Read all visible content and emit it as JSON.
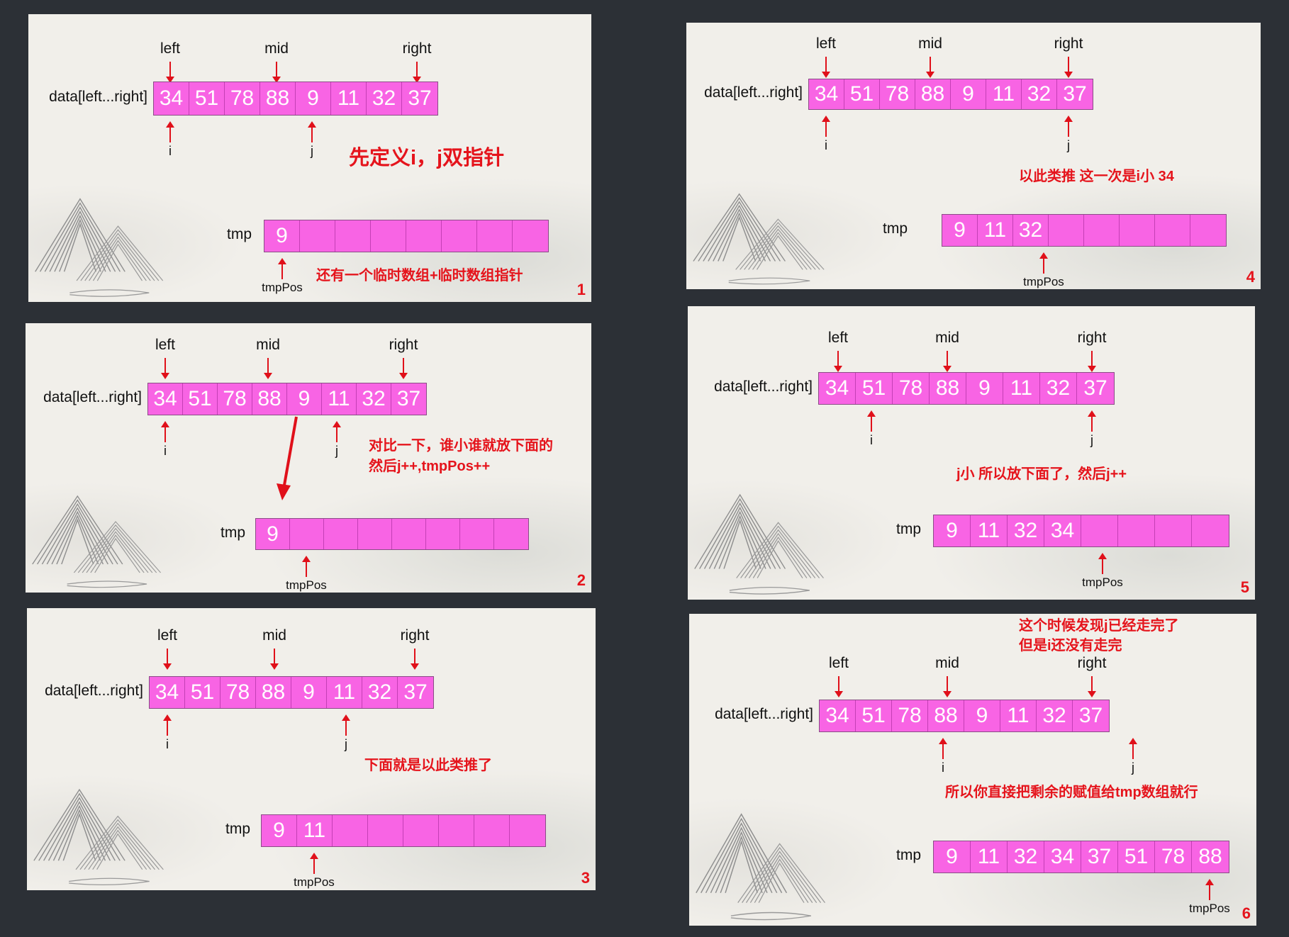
{
  "common": {
    "left": "left",
    "mid": "mid",
    "right": "right",
    "data_label": "data[left...right]",
    "tmp_label": "tmp",
    "tmppos_label": "tmpPos",
    "i_label": "i",
    "j_label": "j"
  },
  "panels": [
    {
      "number": "1",
      "data": [
        "34",
        "51",
        "78",
        "88",
        "9",
        "11",
        "32",
        "37"
      ],
      "tmp": [
        "9",
        "",
        "",
        "",
        "",
        "",
        "",
        ""
      ],
      "notes": [
        "先定义i，j双指针",
        "还有一个临时数组+临时数组指针"
      ]
    },
    {
      "number": "2",
      "data": [
        "34",
        "51",
        "78",
        "88",
        "9",
        "11",
        "32",
        "37"
      ],
      "tmp": [
        "9",
        "",
        "",
        "",
        "",
        "",
        "",
        ""
      ],
      "notes": [
        "对比一下，谁小谁就放下面的",
        "然后j++,tmpPos++"
      ]
    },
    {
      "number": "3",
      "data": [
        "34",
        "51",
        "78",
        "88",
        "9",
        "11",
        "32",
        "37"
      ],
      "tmp": [
        "9",
        "11",
        "",
        "",
        "",
        "",
        "",
        ""
      ],
      "notes": [
        "下面就是以此类推了"
      ]
    },
    {
      "number": "4",
      "data": [
        "34",
        "51",
        "78",
        "88",
        "9",
        "11",
        "32",
        "37"
      ],
      "tmp": [
        "9",
        "11",
        "32",
        "",
        "",
        "",
        "",
        ""
      ],
      "notes": [
        "以此类推 这一次是i小 34"
      ]
    },
    {
      "number": "5",
      "data": [
        "34",
        "51",
        "78",
        "88",
        "9",
        "11",
        "32",
        "37"
      ],
      "tmp": [
        "9",
        "11",
        "32",
        "34",
        "",
        "",
        "",
        ""
      ],
      "notes": [
        "j小 所以放下面了，然后j++"
      ]
    },
    {
      "number": "6",
      "data": [
        "34",
        "51",
        "78",
        "88",
        "9",
        "11",
        "32",
        "37"
      ],
      "tmp": [
        "9",
        "11",
        "32",
        "34",
        "37",
        "51",
        "78",
        "88"
      ],
      "notes": [
        "这个时候发现j已经走完了",
        "但是i还没有走完",
        "所以你直接把剩余的赋值给tmp数组就行"
      ]
    }
  ]
}
